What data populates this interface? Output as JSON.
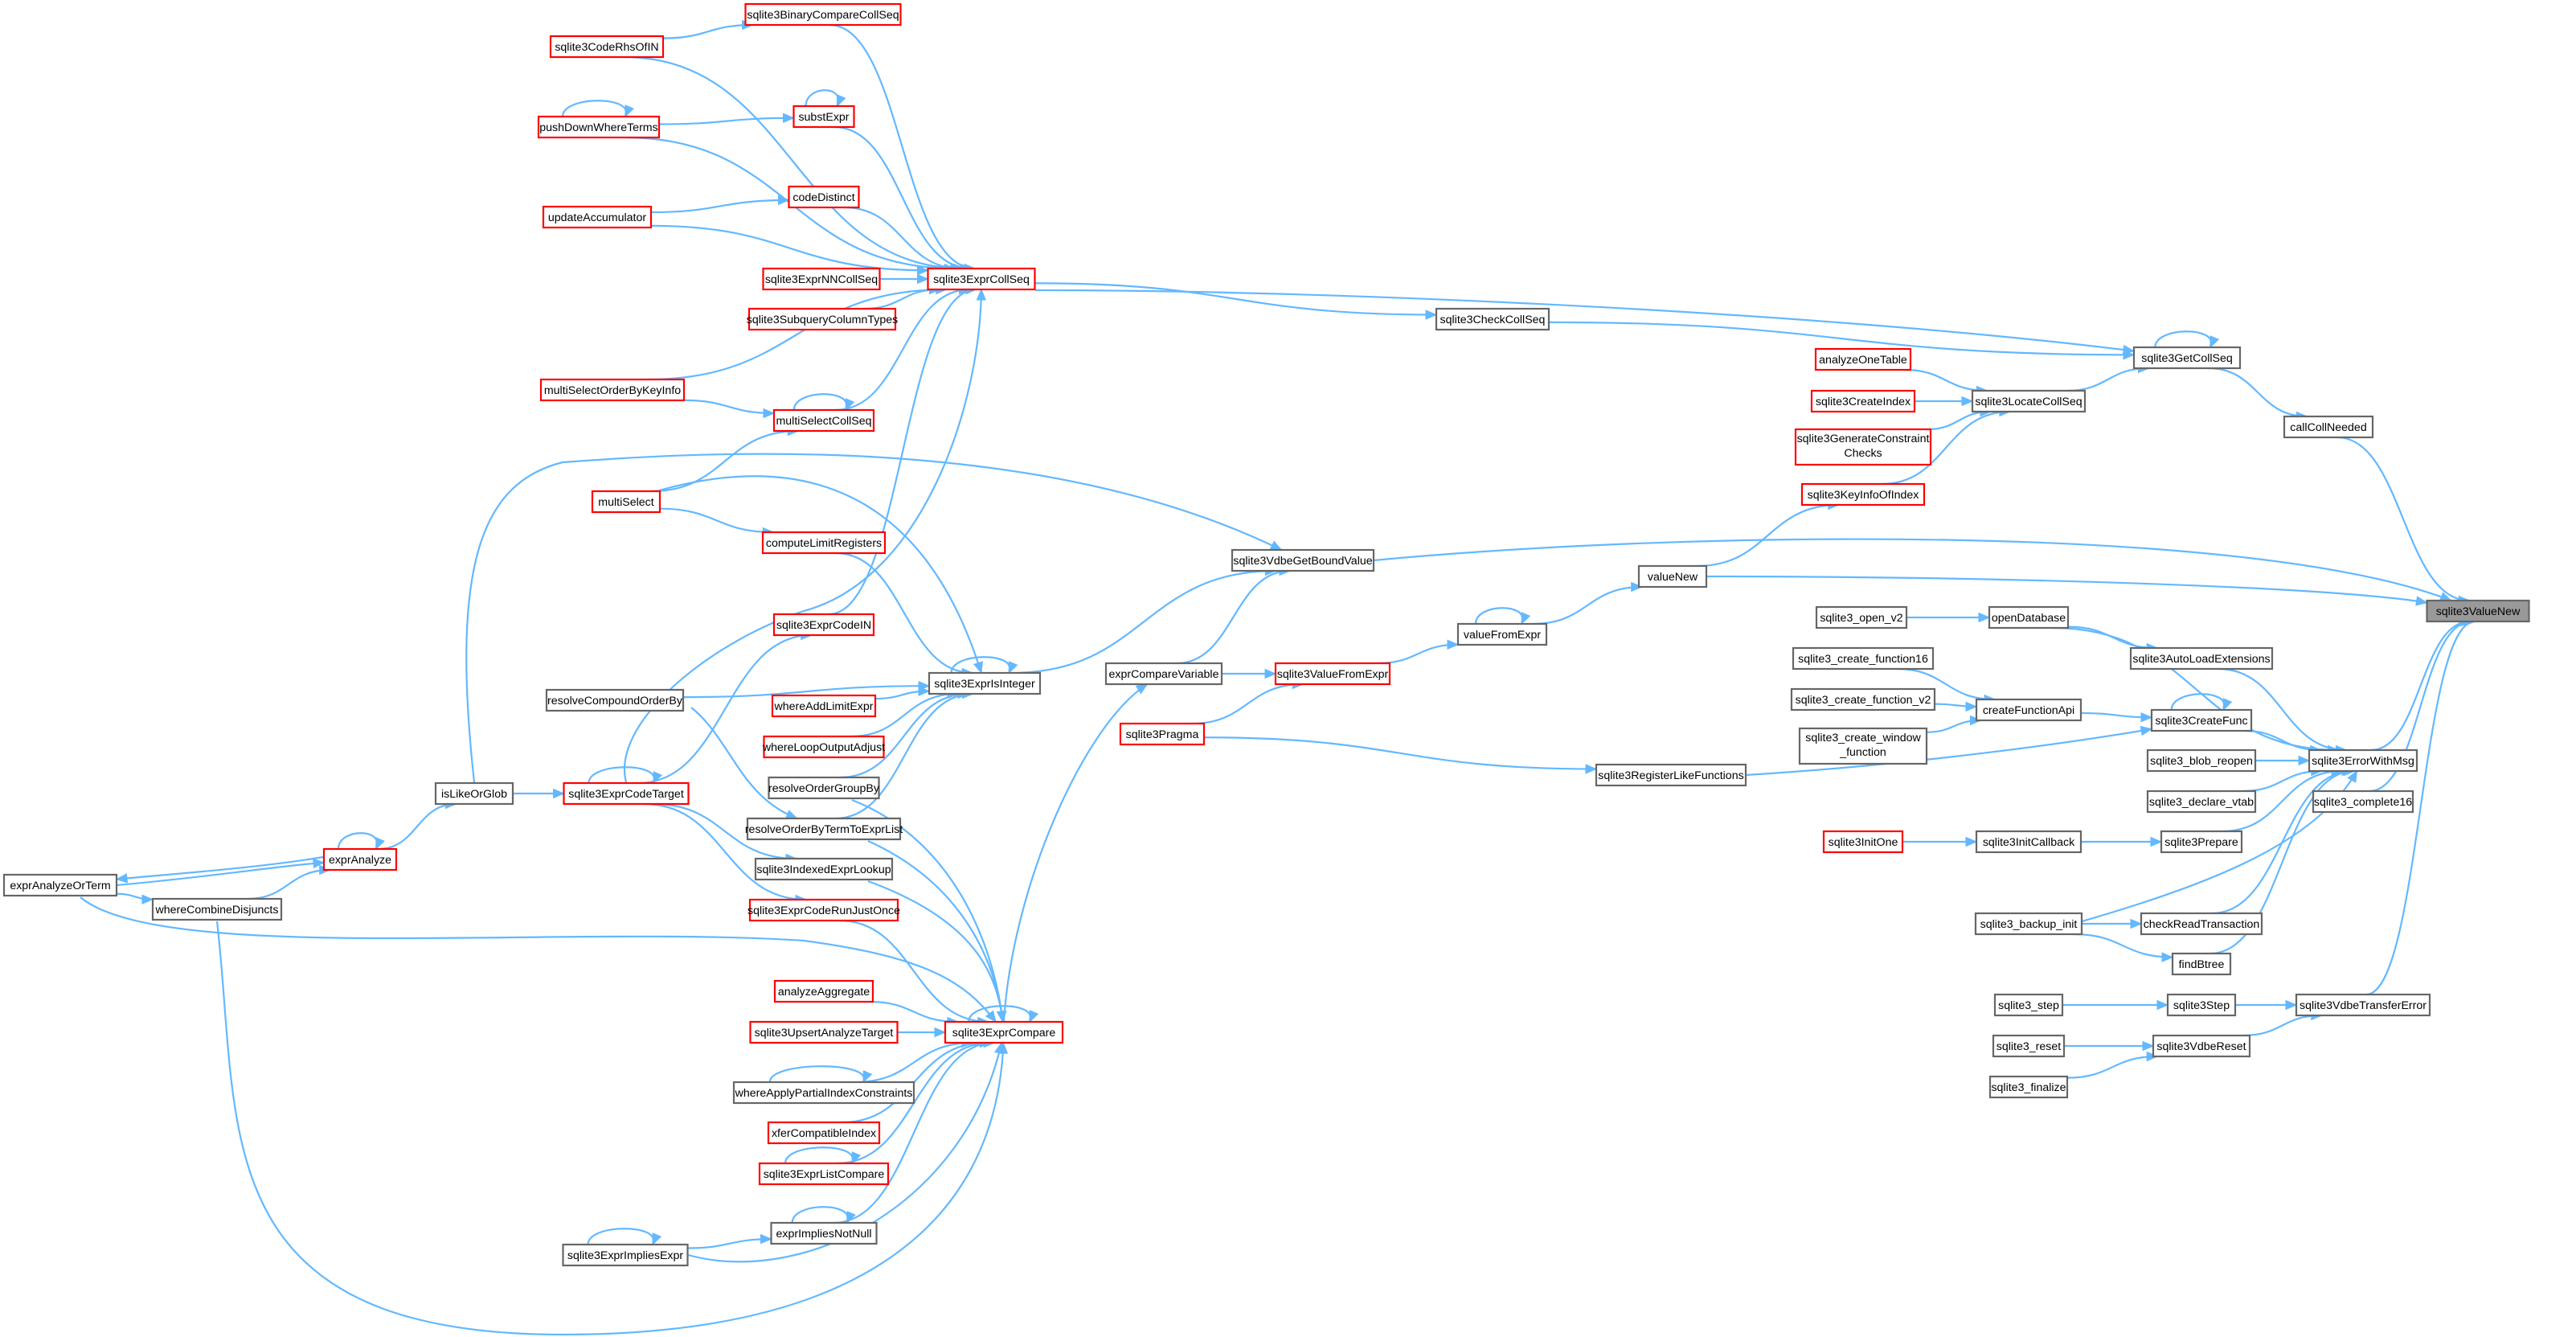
{
  "diagram": {
    "type": "call-graph",
    "colors": {
      "edge": "#63b8ff",
      "node_border_normal": "#666666",
      "node_border_truncated": "#ff0000",
      "root_fill": "#999999",
      "node_fill": "#ffffff",
      "text": "#000000"
    },
    "nodes": [
      {
        "id": "sqlite3ValueNew",
        "label": [
          "sqlite3ValueNew"
        ],
        "style": "root"
      },
      {
        "id": "callCollNeeded",
        "label": [
          "callCollNeeded"
        ],
        "style": "normal"
      },
      {
        "id": "sqlite3GetCollSeq",
        "label": [
          "sqlite3GetCollSeq"
        ],
        "style": "normal"
      },
      {
        "id": "sqlite3CheckCollSeq",
        "label": [
          "sqlite3CheckCollSeq"
        ],
        "style": "normal"
      },
      {
        "id": "sqlite3ExprCollSeq",
        "label": [
          "sqlite3ExprCollSeq"
        ],
        "style": "truncated"
      },
      {
        "id": "sqlite3BinaryCompareCollSeq",
        "label": [
          "sqlite3BinaryCompareCollSeq"
        ],
        "style": "truncated"
      },
      {
        "id": "sqlite3CodeRhsOfIN",
        "label": [
          "sqlite3CodeRhsOfIN"
        ],
        "style": "truncated"
      },
      {
        "id": "substExpr",
        "label": [
          "substExpr"
        ],
        "style": "truncated"
      },
      {
        "id": "pushDownWhereTerms",
        "label": [
          "pushDownWhereTerms"
        ],
        "style": "truncated"
      },
      {
        "id": "codeDistinct",
        "label": [
          "codeDistinct"
        ],
        "style": "truncated"
      },
      {
        "id": "updateAccumulator",
        "label": [
          "updateAccumulator"
        ],
        "style": "truncated"
      },
      {
        "id": "sqlite3ExprNNCollSeq",
        "label": [
          "sqlite3ExprNNCollSeq"
        ],
        "style": "truncated"
      },
      {
        "id": "sqlite3SubqueryColumnTypes",
        "label": [
          "sqlite3SubqueryColumnTypes"
        ],
        "style": "truncated"
      },
      {
        "id": "multiSelectOrderByKeyInfo",
        "label": [
          "multiSelectOrderByKeyInfo"
        ],
        "style": "truncated"
      },
      {
        "id": "multiSelectCollSeq",
        "label": [
          "multiSelectCollSeq"
        ],
        "style": "truncated"
      },
      {
        "id": "multiSelect",
        "label": [
          "multiSelect"
        ],
        "style": "truncated"
      },
      {
        "id": "computeLimitRegisters",
        "label": [
          "computeLimitRegisters"
        ],
        "style": "truncated"
      },
      {
        "id": "sqlite3ExprCodeIN",
        "label": [
          "sqlite3ExprCodeIN"
        ],
        "style": "truncated"
      },
      {
        "id": "sqlite3ExprIsInteger",
        "label": [
          "sqlite3ExprIsInteger"
        ],
        "style": "normal"
      },
      {
        "id": "resolveCompoundOrderBy",
        "label": [
          "resolveCompoundOrderBy"
        ],
        "style": "normal"
      },
      {
        "id": "whereAddLimitExpr",
        "label": [
          "whereAddLimitExpr"
        ],
        "style": "truncated"
      },
      {
        "id": "whereLoopOutputAdjust",
        "label": [
          "whereLoopOutputAdjust"
        ],
        "style": "truncated"
      },
      {
        "id": "resolveOrderGroupBy",
        "label": [
          "resolveOrderGroupBy"
        ],
        "style": "normal"
      },
      {
        "id": "resolveOrderByTermToExprList",
        "label": [
          "resolveOrderByTermToExprList"
        ],
        "style": "normal"
      },
      {
        "id": "sqlite3IndexedExprLookup",
        "label": [
          "sqlite3IndexedExprLookup"
        ],
        "style": "normal"
      },
      {
        "id": "sqlite3ExprCodeRunJustOnce",
        "label": [
          "sqlite3ExprCodeRunJustOnce"
        ],
        "style": "truncated"
      },
      {
        "id": "sqlite3ExprCodeTarget",
        "label": [
          "sqlite3ExprCodeTarget"
        ],
        "style": "truncated"
      },
      {
        "id": "isLikeOrGlob",
        "label": [
          "isLikeOrGlob"
        ],
        "style": "normal"
      },
      {
        "id": "exprAnalyze",
        "label": [
          "exprAnalyze"
        ],
        "style": "truncated"
      },
      {
        "id": "exprAnalyzeOrTerm",
        "label": [
          "exprAnalyzeOrTerm"
        ],
        "style": "normal"
      },
      {
        "id": "whereCombineDisjuncts",
        "label": [
          "whereCombineDisjuncts"
        ],
        "style": "normal"
      },
      {
        "id": "sqlite3ExprCompare",
        "label": [
          "sqlite3ExprCompare"
        ],
        "style": "truncated"
      },
      {
        "id": "analyzeAggregate",
        "label": [
          "analyzeAggregate"
        ],
        "style": "truncated"
      },
      {
        "id": "sqlite3UpsertAnalyzeTarget",
        "label": [
          "sqlite3UpsertAnalyzeTarget"
        ],
        "style": "truncated"
      },
      {
        "id": "whereApplyPartialIndexConstraints",
        "label": [
          "whereApplyPartialIndexConstraints"
        ],
        "style": "normal"
      },
      {
        "id": "xferCompatibleIndex",
        "label": [
          "xferCompatibleIndex"
        ],
        "style": "truncated"
      },
      {
        "id": "sqlite3ExprListCompare",
        "label": [
          "sqlite3ExprListCompare"
        ],
        "style": "truncated"
      },
      {
        "id": "exprImpliesNotNull",
        "label": [
          "exprImpliesNotNull"
        ],
        "style": "normal"
      },
      {
        "id": "sqlite3ExprImpliesExpr",
        "label": [
          "sqlite3ExprImpliesExpr"
        ],
        "style": "normal"
      },
      {
        "id": "exprCompareVariable",
        "label": [
          "exprCompareVariable"
        ],
        "style": "normal"
      },
      {
        "id": "sqlite3VdbeGetBoundValue",
        "label": [
          "sqlite3VdbeGetBoundValue"
        ],
        "style": "normal"
      },
      {
        "id": "sqlite3ValueFromExpr",
        "label": [
          "sqlite3ValueFromExpr"
        ],
        "style": "truncated"
      },
      {
        "id": "sqlite3Pragma",
        "label": [
          "sqlite3Pragma"
        ],
        "style": "truncated"
      },
      {
        "id": "valueFromExpr",
        "label": [
          "valueFromExpr"
        ],
        "style": "normal"
      },
      {
        "id": "valueNew",
        "label": [
          "valueNew"
        ],
        "style": "normal"
      },
      {
        "id": "sqlite3KeyInfoOfIndex",
        "label": [
          "sqlite3KeyInfoOfIndex"
        ],
        "style": "truncated"
      },
      {
        "id": "sqlite3LocateCollSeq",
        "label": [
          "sqlite3LocateCollSeq"
        ],
        "style": "normal"
      },
      {
        "id": "analyzeOneTable",
        "label": [
          "analyzeOneTable"
        ],
        "style": "truncated"
      },
      {
        "id": "sqlite3CreateIndex",
        "label": [
          "sqlite3CreateIndex"
        ],
        "style": "truncated"
      },
      {
        "id": "sqlite3GenerateConstraintChecks",
        "label": [
          "sqlite3GenerateConstraint",
          "Checks"
        ],
        "style": "truncated"
      },
      {
        "id": "sqlite3_open_v2",
        "label": [
          "sqlite3_open_v2"
        ],
        "style": "normal"
      },
      {
        "id": "openDatabase",
        "label": [
          "openDatabase"
        ],
        "style": "normal"
      },
      {
        "id": "sqlite3AutoLoadExtensions",
        "label": [
          "sqlite3AutoLoadExtensions"
        ],
        "style": "normal"
      },
      {
        "id": "sqlite3_create_function16",
        "label": [
          "sqlite3_create_function16"
        ],
        "style": "normal"
      },
      {
        "id": "sqlite3_create_function_v2",
        "label": [
          "sqlite3_create_function_v2"
        ],
        "style": "normal"
      },
      {
        "id": "sqlite3_create_window_function",
        "label": [
          "sqlite3_create_window",
          "_function"
        ],
        "style": "normal"
      },
      {
        "id": "createFunctionApi",
        "label": [
          "createFunctionApi"
        ],
        "style": "normal"
      },
      {
        "id": "sqlite3CreateFunc",
        "label": [
          "sqlite3CreateFunc"
        ],
        "style": "normal"
      },
      {
        "id": "sqlite3RegisterLikeFunctions",
        "label": [
          "sqlite3RegisterLikeFunctions"
        ],
        "style": "normal"
      },
      {
        "id": "sqlite3_blob_reopen",
        "label": [
          "sqlite3_blob_reopen"
        ],
        "style": "normal"
      },
      {
        "id": "sqlite3_declare_vtab",
        "label": [
          "sqlite3_declare_vtab"
        ],
        "style": "normal"
      },
      {
        "id": "sqlite3ErrorWithMsg",
        "label": [
          "sqlite3ErrorWithMsg"
        ],
        "style": "normal"
      },
      {
        "id": "sqlite3_complete16",
        "label": [
          "sqlite3_complete16"
        ],
        "style": "normal"
      },
      {
        "id": "sqlite3InitOne",
        "label": [
          "sqlite3InitOne"
        ],
        "style": "truncated"
      },
      {
        "id": "sqlite3InitCallback",
        "label": [
          "sqlite3InitCallback"
        ],
        "style": "normal"
      },
      {
        "id": "sqlite3Prepare",
        "label": [
          "sqlite3Prepare"
        ],
        "style": "normal"
      },
      {
        "id": "sqlite3_backup_init",
        "label": [
          "sqlite3_backup_init"
        ],
        "style": "normal"
      },
      {
        "id": "checkReadTransaction",
        "label": [
          "checkReadTransaction"
        ],
        "style": "normal"
      },
      {
        "id": "findBtree",
        "label": [
          "findBtree"
        ],
        "style": "normal"
      },
      {
        "id": "sqlite3_step",
        "label": [
          "sqlite3_step"
        ],
        "style": "normal"
      },
      {
        "id": "sqlite3Step",
        "label": [
          "sqlite3Step"
        ],
        "style": "normal"
      },
      {
        "id": "sqlite3VdbeTransferError",
        "label": [
          "sqlite3VdbeTransferError"
        ],
        "style": "normal"
      },
      {
        "id": "sqlite3_reset",
        "label": [
          "sqlite3_reset"
        ],
        "style": "normal"
      },
      {
        "id": "sqlite3VdbeReset",
        "label": [
          "sqlite3VdbeReset"
        ],
        "style": "normal"
      },
      {
        "id": "sqlite3_finalize",
        "label": [
          "sqlite3_finalize"
        ],
        "style": "normal"
      }
    ]
  }
}
